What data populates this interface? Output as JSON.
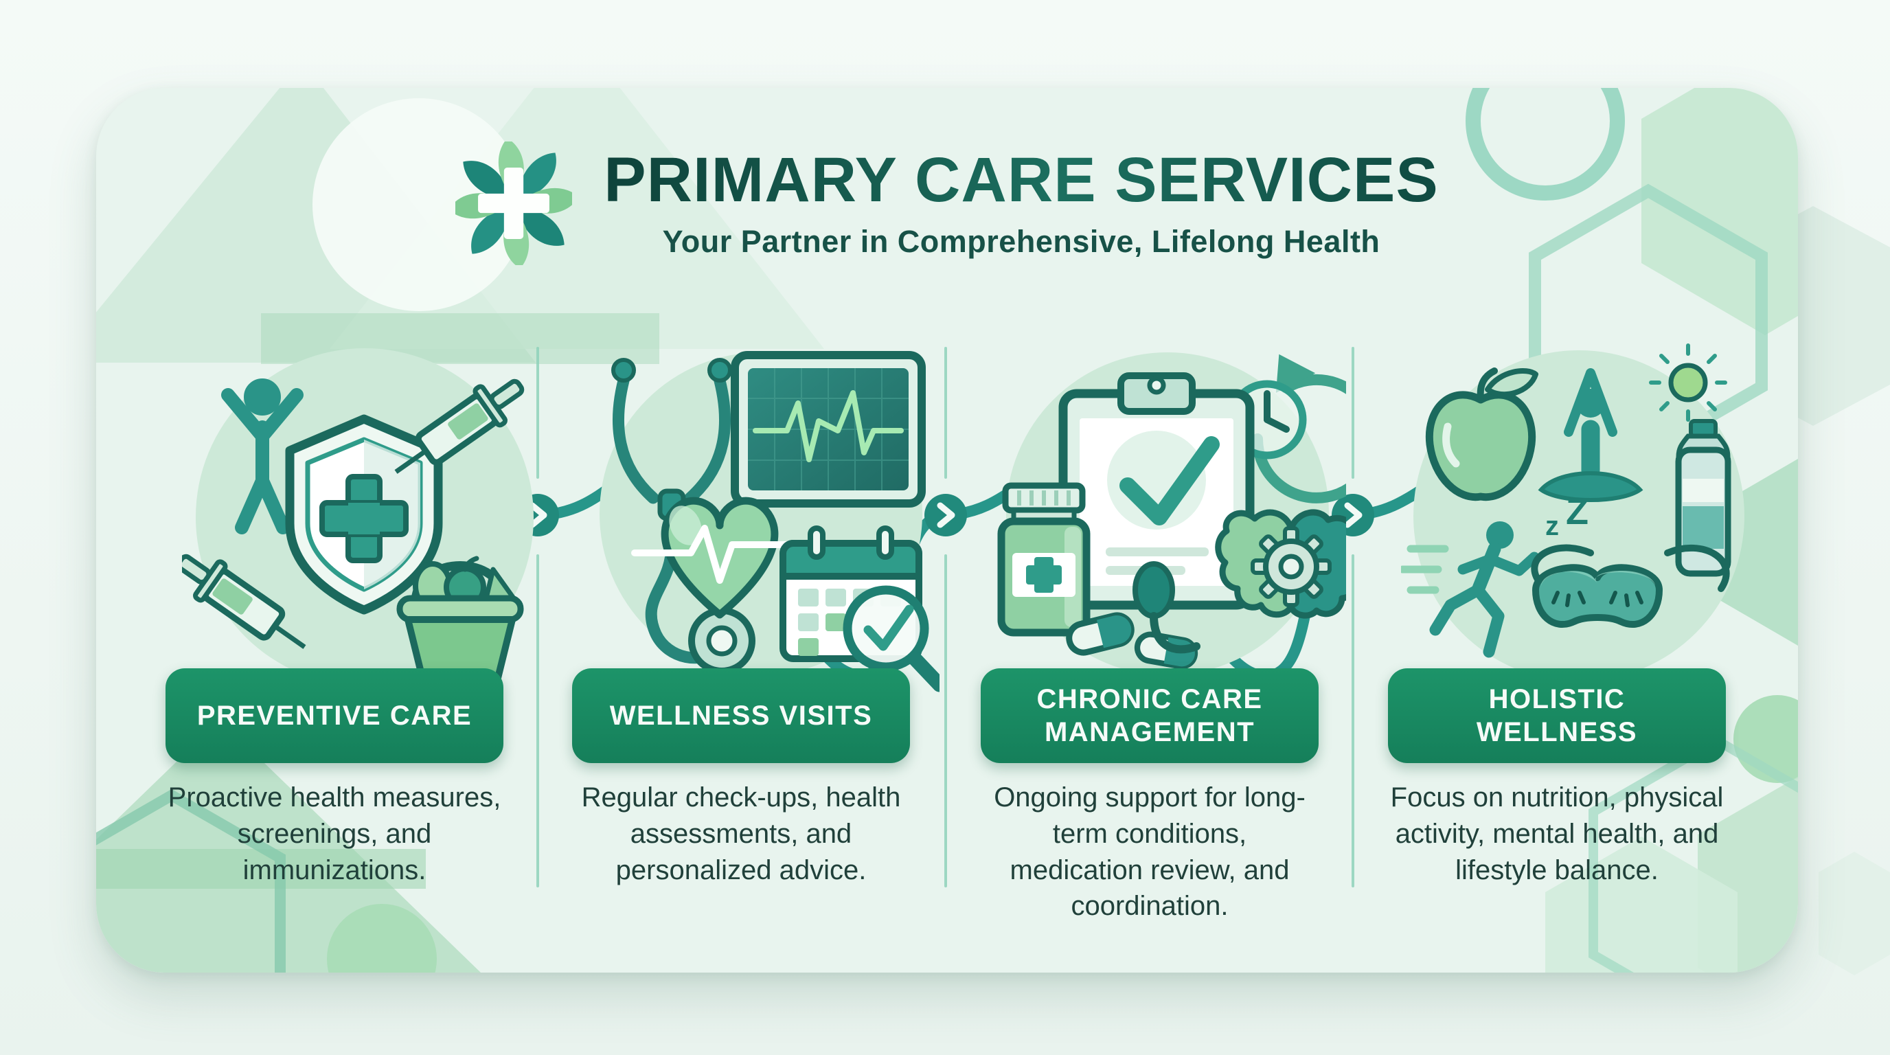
{
  "page": {
    "background_color": "#eef6f2",
    "card_background_color": "#e8f4ee"
  },
  "header": {
    "logo": "clover-cross-logo",
    "title": "PRIMARY CARE SERVICES",
    "subtitle": "Your Partner in Comprehensive, Lifelong Health",
    "title_color": "#11493f"
  },
  "sections": [
    {
      "id": "preventive-care",
      "label": "PREVENTIVE CARE",
      "description": "Proactive health measures, screenings, and immunizations.",
      "icons": [
        "person-arms-raised-icon",
        "shield-cross-icon",
        "syringe-icon",
        "syringe-icon",
        "produce-basket-icon"
      ]
    },
    {
      "id": "wellness-visits",
      "label": "WELLNESS VISITS",
      "description": "Regular check-ups, health assessments, and personalized advice.",
      "icons": [
        "stethoscope-icon",
        "ekg-monitor-icon",
        "heart-pulse-icon",
        "calendar-check-magnifier-icon"
      ]
    },
    {
      "id": "chronic-care-management",
      "label": "CHRONIC CARE MANAGEMENT",
      "description": "Ongoing support for long-term conditions, medication review, and coordination.",
      "icons": [
        "clipboard-check-icon",
        "clock-refresh-icon",
        "medicine-bottle-icon",
        "capsule-icon",
        "bp-bulb-icon",
        "brain-gear-icon"
      ]
    },
    {
      "id": "holistic-wellness",
      "label": "HOLISTIC WELLNESS",
      "description": "Focus on nutrition, physical activity, mental health, and lifestyle balance.",
      "icons": [
        "apple-icon",
        "yoga-pose-icon",
        "sun-icon",
        "water-bottle-icon",
        "runner-icon",
        "sleep-mask-icon"
      ]
    }
  ],
  "connector": {
    "style": "wavy-line-with-chevron-nodes",
    "chevron_count": 3,
    "chevron_glyph": "›",
    "color": "#27968a"
  },
  "colors": {
    "button_green": "#178a60",
    "icon_teal": "#2a9488",
    "icon_light_green": "#8fd0a3",
    "outline_dark_teal": "#1b695d",
    "divider": "#8ed1ba",
    "description_text": "#20403a",
    "cluster_circle": "#cde9d8"
  }
}
